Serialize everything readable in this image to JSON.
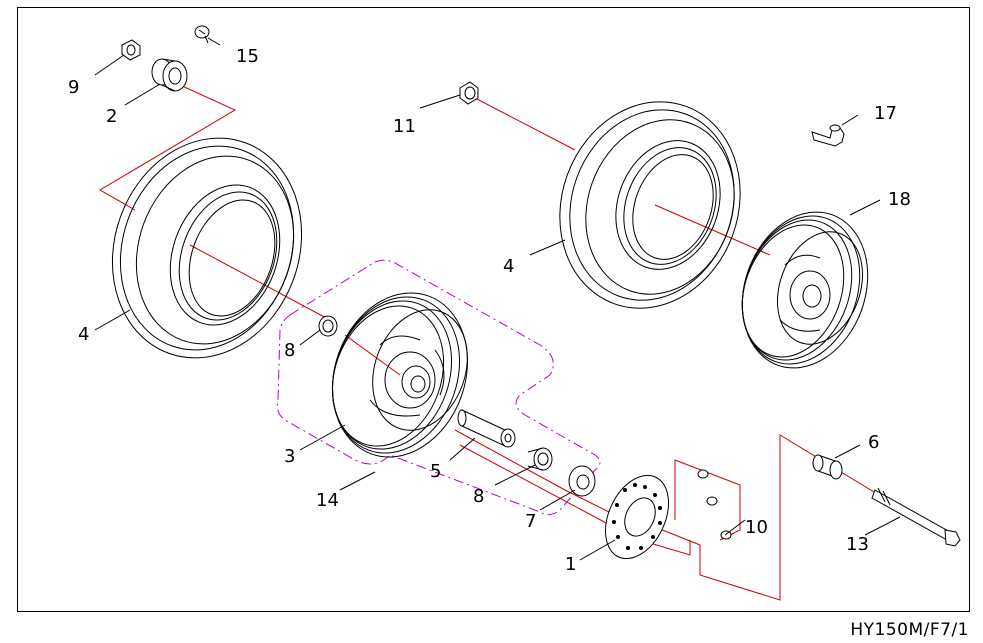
{
  "document_code": "HY150M/F7/1",
  "callouts": [
    {
      "id": "c1",
      "label": "1"
    },
    {
      "id": "c2",
      "label": "2"
    },
    {
      "id": "c3",
      "label": "3"
    },
    {
      "id": "c4a",
      "label": "4"
    },
    {
      "id": "c4b",
      "label": "4"
    },
    {
      "id": "c5",
      "label": "5"
    },
    {
      "id": "c6",
      "label": "6"
    },
    {
      "id": "c7",
      "label": "7"
    },
    {
      "id": "c8a",
      "label": "8"
    },
    {
      "id": "c8b",
      "label": "8"
    },
    {
      "id": "c9",
      "label": "9"
    },
    {
      "id": "c10",
      "label": "10"
    },
    {
      "id": "c11",
      "label": "11"
    },
    {
      "id": "c13",
      "label": "13"
    },
    {
      "id": "c14",
      "label": "14"
    },
    {
      "id": "c15",
      "label": "15"
    },
    {
      "id": "c17",
      "label": "17"
    },
    {
      "id": "c18",
      "label": "18"
    }
  ],
  "colors": {
    "lines": "#000000",
    "assembly_path": "#d00000",
    "group_outline": "#c000c0"
  }
}
